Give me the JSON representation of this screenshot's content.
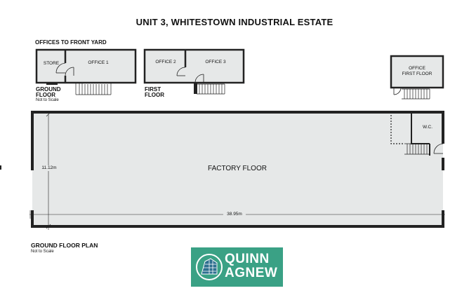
{
  "title": "UNIT 3, WHITESTOWN INDUSTRIAL ESTATE",
  "offices_label": "OFFICES TO FRONT YARD",
  "rooms": {
    "store": "STORE",
    "office1": "OFFICE 1",
    "office2": "OFFICE 2",
    "office3": "OFFICE 3",
    "office_first_floor_1": "OFFICE",
    "office_first_floor_2": "FIRST FLOOR",
    "wc": "W.C.",
    "factory": "FACTORY FLOOR"
  },
  "ground_floor_label": [
    "GROUND",
    "FLOOR"
  ],
  "ground_not_to_scale": "Not to Scale",
  "first_floor_label": [
    "FIRST",
    "FLOOR"
  ],
  "dimensions": {
    "height": "11.12m",
    "width": "38.95m"
  },
  "plan_label": "GROUND FLOOR PLAN",
  "plan_not_to_scale": "Not to Scale",
  "logo": {
    "line1": "QUINN",
    "line2": "AGNEW",
    "bg_color": "#3aa185"
  },
  "floor_color": "#e6e8e8"
}
